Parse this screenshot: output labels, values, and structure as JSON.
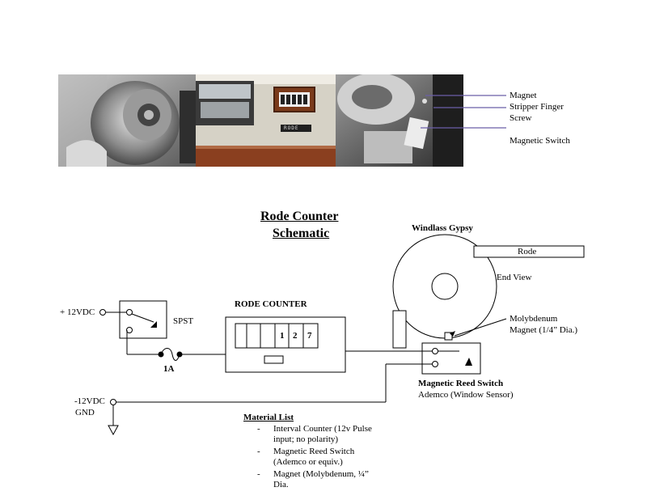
{
  "photos": {
    "photo1": "windlass gypsy with magnet and reed switch",
    "photo2": "stereo and rode counter panel",
    "photo3": "gypsy with stripper finger and magnetic switch",
    "counter_plate_label": "RODE"
  },
  "photo_callouts": {
    "magnet": "Magnet",
    "stripper_finger_line1": "Stripper Finger",
    "stripper_finger_line2": "Screw",
    "magnetic_switch": "Magnetic Switch"
  },
  "title": {
    "line1": "Rode Counter",
    "line2": "Schematic"
  },
  "windlass": {
    "label": "Windlass Gypsy",
    "rode_label": "Rode",
    "end_view": "End View"
  },
  "power": {
    "positive": "+ 12VDC",
    "negative_line1": "-12VDC",
    "negative_line2": "GND"
  },
  "switch_label": "SPST",
  "fuse_label": "1A",
  "counter": {
    "title": "RODE COUNTER",
    "digits": [
      "",
      "",
      "",
      "1",
      "2",
      "7"
    ]
  },
  "magnet": {
    "line1": "Molybdenum",
    "line2": "Magnet (1/4” Dia.)"
  },
  "reed_switch": {
    "title": "Magnetic Reed Switch",
    "subtitle": "Ademco (Window Sensor)"
  },
  "material_list": {
    "title": "Material List",
    "items": [
      [
        "Interval Counter (12v Pulse",
        "input; no polarity)"
      ],
      [
        "Magnetic Reed Switch",
        "(Ademco or equiv.)"
      ],
      [
        "Magnet (Molybdenum, ¼”",
        "Dia."
      ]
    ],
    "bullet": "-"
  },
  "colors": {
    "callout_line": "#6b5fa8",
    "wood": "#8a3f1f",
    "panel": "#d8d4c8"
  }
}
